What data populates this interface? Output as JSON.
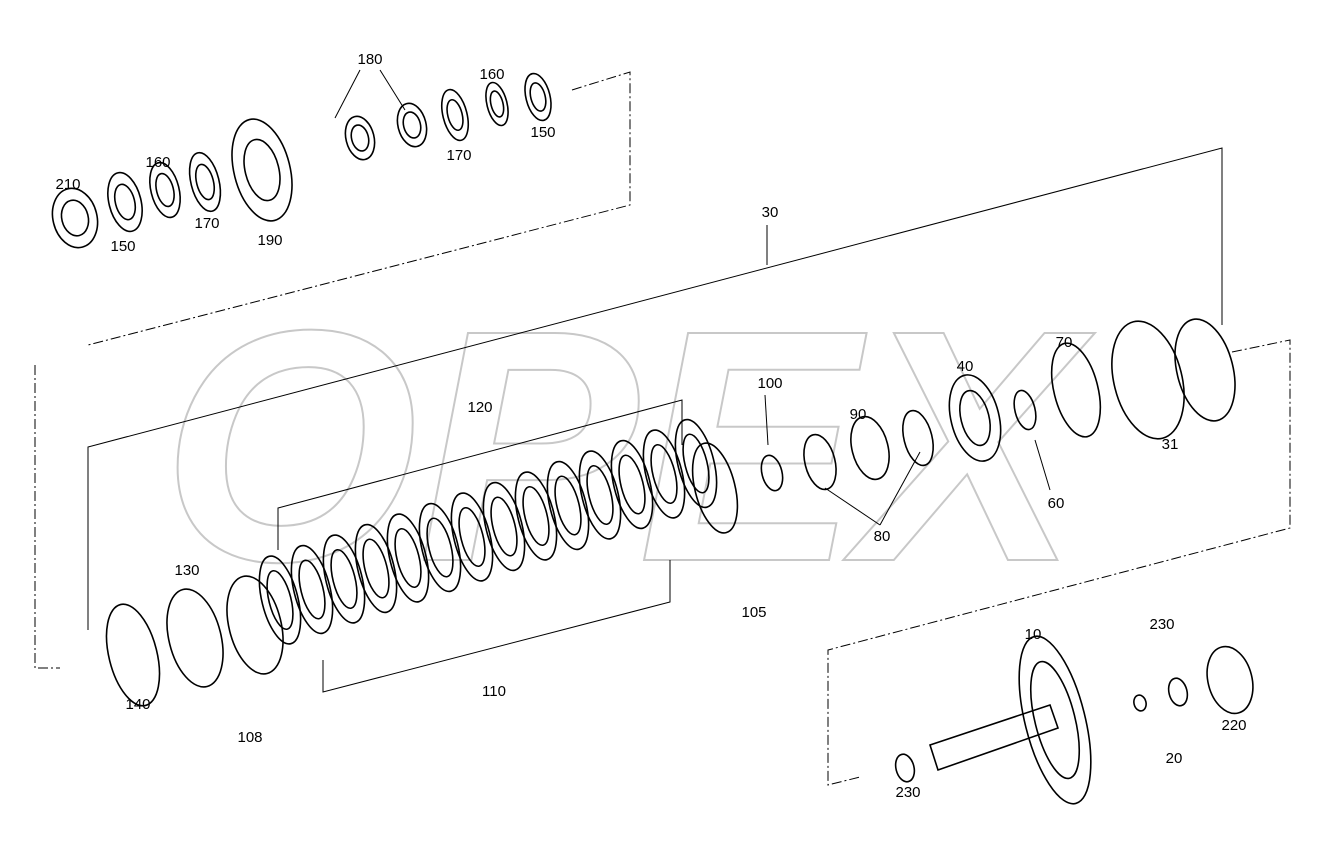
{
  "diagram": {
    "watermark": "OPEX",
    "labels": [
      "180",
      "160",
      "150",
      "170",
      "160",
      "210",
      "150",
      "170",
      "190",
      "30",
      "120",
      "100",
      "90",
      "40",
      "70",
      "31",
      "60",
      "80",
      "105",
      "130",
      "140",
      "108",
      "110",
      "10",
      "230",
      "220",
      "20",
      "230"
    ]
  }
}
